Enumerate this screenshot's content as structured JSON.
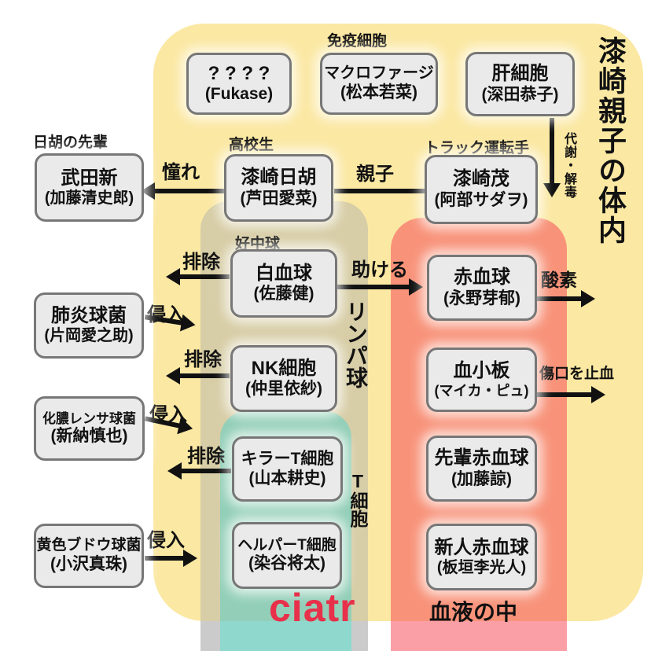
{
  "title": "漆崎親子の体内",
  "regions": {
    "lymph_label": "リンパ球",
    "tcell_label": "T細胞",
    "blood_label": "血液の中"
  },
  "logo": {
    "text": "ciatr",
    "color": "#E8304A"
  },
  "colors": {
    "body_bg": "#FBE8A3",
    "lymph_band": "#D7CDA6",
    "lymph_band_lower": "#CBCBCB",
    "tcell_band": "#93CFB8",
    "tcell_band_lower": "#8ED8CE",
    "blood_band": "#F8937A",
    "blood_band_lower": "#FB9FA6",
    "box_fill": "#EAEAEA",
    "box_border": "#777777",
    "text": "#111111"
  },
  "boxes": [
    {
      "caption": "",
      "name": "? ? ? ?",
      "actor": "(Fukase)"
    },
    {
      "caption": "免疫細胞",
      "name": "マクロファージ",
      "actor": "(松本若菜)"
    },
    {
      "caption": "",
      "name": "肝細胞",
      "actor": "(深田恭子)"
    },
    {
      "caption": "日胡の先輩",
      "name": "武田新",
      "actor": "(加藤清史郎)"
    },
    {
      "caption": "高校生",
      "name": "漆崎日胡",
      "actor": "(芦田愛菜)"
    },
    {
      "caption": "トラック運転手",
      "name": "漆崎茂",
      "actor": "(阿部サダヲ)"
    },
    {
      "caption": "好中球",
      "name": "白血球",
      "actor": "(佐藤健)"
    },
    {
      "caption": "",
      "name": "赤血球",
      "actor": "(永野芽郁)"
    },
    {
      "caption": "",
      "name": "肺炎球菌",
      "actor": "(片岡愛之助)"
    },
    {
      "caption": "",
      "name": "NK細胞",
      "actor": "(仲里依紗)"
    },
    {
      "caption": "",
      "name": "化膿レンサ球菌",
      "actor": "(新納慎也)"
    },
    {
      "caption": "",
      "name": "キラーT細胞",
      "actor": "(山本耕史)"
    },
    {
      "caption": "",
      "name": "黄色ブドウ球菌",
      "actor": "(小沢真珠)"
    },
    {
      "caption": "",
      "name": "ヘルパーT細胞",
      "actor": "(染谷将太)"
    },
    {
      "caption": "",
      "name": "血小板",
      "actor": "(マイカ・ピュ)"
    },
    {
      "caption": "",
      "name": "先輩赤血球",
      "actor": "(加藤諒)"
    },
    {
      "caption": "",
      "name": "新人赤血球",
      "actor": "(板垣李光人)"
    }
  ],
  "arrows": [
    {
      "label": "憧れ"
    },
    {
      "label": "親子"
    },
    {
      "label": "代謝・解毒"
    },
    {
      "label": "排除"
    },
    {
      "label": "助ける"
    },
    {
      "label": "酸素"
    },
    {
      "label": "侵入"
    },
    {
      "label": "排除"
    },
    {
      "label": "侵入"
    },
    {
      "label": "排除"
    },
    {
      "label": "侵入"
    },
    {
      "label": "傷口を止血"
    }
  ]
}
